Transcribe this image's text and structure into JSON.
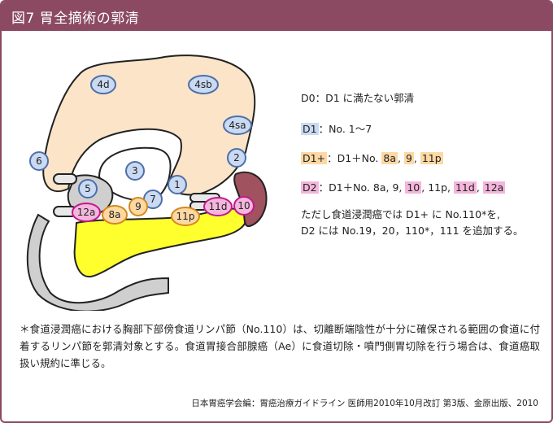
{
  "header": {
    "title": "図7 胃全摘術の郭清"
  },
  "colors": {
    "header_bg": "#8b4a62",
    "blue_fill": "#c9daf2",
    "orange_fill": "#fdd8a3",
    "pink_fill": "#f4b6dc",
    "stomach": "#fbe4c8",
    "pancreas": "#ffff2e",
    "spleen": "#a0525e",
    "duodenum": "#cfcfcf"
  },
  "nodes": [
    {
      "label": "4d",
      "group": "D1"
    },
    {
      "label": "4sb",
      "group": "D1"
    },
    {
      "label": "4sa",
      "group": "D1"
    },
    {
      "label": "6",
      "group": "D1"
    },
    {
      "label": "3",
      "group": "D1"
    },
    {
      "label": "2",
      "group": "D1"
    },
    {
      "label": "1",
      "group": "D1"
    },
    {
      "label": "5",
      "group": "D1"
    },
    {
      "label": "7",
      "group": "D1"
    },
    {
      "label": "8a",
      "group": "D1+"
    },
    {
      "label": "9",
      "group": "D1+"
    },
    {
      "label": "11p",
      "group": "D1+"
    },
    {
      "label": "12a",
      "group": "D2"
    },
    {
      "label": "11d",
      "group": "D2"
    },
    {
      "label": "10",
      "group": "D2"
    }
  ],
  "legend": {
    "d0": "D0：D1 に満たない郭清",
    "d1_tag": "D1",
    "d1_rest": "：No. 1〜7",
    "d1p_tag": "D1+",
    "d1p_pre": "：D1＋No. ",
    "d1p_8a": "8a",
    "d1p_9": "9",
    "d1p_11p": "11p",
    "d2_tag": "D2",
    "d2_pre": "：D1＋No. 8a, 9, ",
    "d2_10": "10",
    "d2_mid": ", 11p, ",
    "d2_11d": "11d",
    "d2_12a": "12a"
  },
  "note": {
    "line1": "ただし食道浸潤癌では D1+ に No.110*を,",
    "line2": "D2 には No.19，20，110*，111 を追加する。"
  },
  "footnote": "＊食道浸潤癌における胸部下部傍食道リンパ節（No.110）は、切離断端陰性が十分に確保される範囲の食道に付着するリンパ節を郭清対象とする。食道胃接合部腺癌（Ae）に食道切除・噴門側胃切除を行う場合は、食道癌取扱い規約に準じる。",
  "source": "日本胃癌学会編：胃癌治療ガイドライン 医師用2010年10月改訂 第3版、金原出版、2010"
}
